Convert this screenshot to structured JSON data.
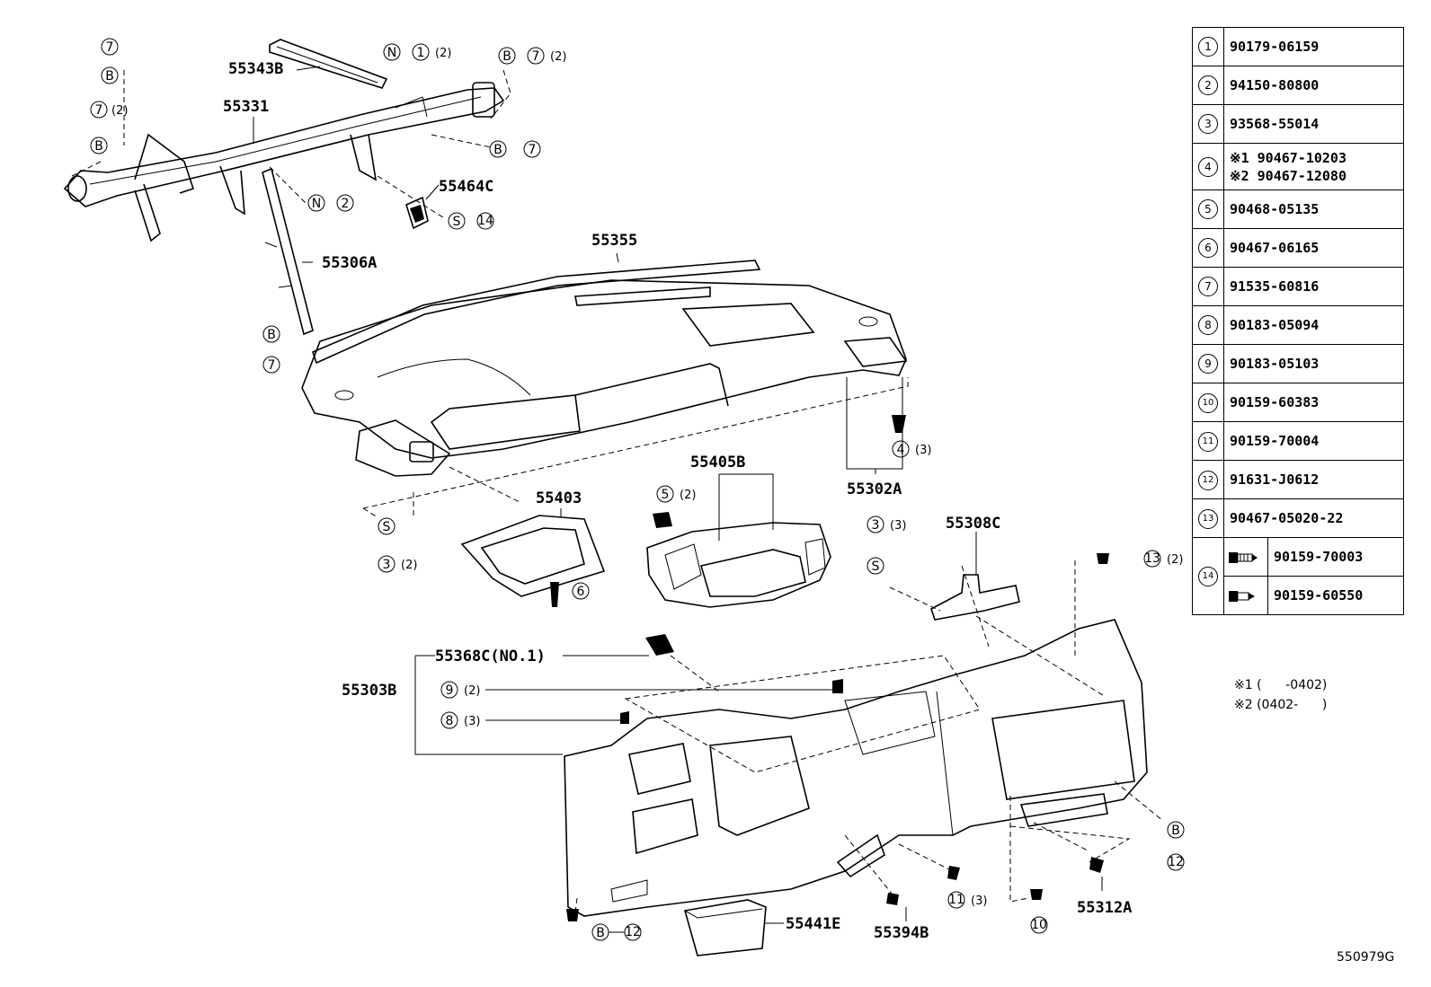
{
  "parts": {
    "p55343B": "55343B",
    "p55331": "55331",
    "p55464C": "55464C",
    "p55306A": "55306A",
    "p55355": "55355",
    "p55405B": "55405B",
    "p55403": "55403",
    "p55302A": "55302A",
    "p55308C": "55308C",
    "p55368C": "55368C(NO.1)",
    "p55303B": "55303B",
    "p55441E": "55441E",
    "p55394B": "55394B",
    "p55312A": "55312A"
  },
  "callouts": {
    "n7": "7",
    "n2": "2",
    "n3": "3",
    "n4": "4",
    "n5": "5",
    "n6": "6",
    "n8": "8",
    "n9": "9",
    "n10": "10",
    "n11": "11",
    "n12": "12",
    "n13": "13",
    "n14": "14",
    "B": "B",
    "N": "N",
    "S": "S",
    "n1": "1",
    "q2": "(2)",
    "q3": "(3)"
  },
  "table": {
    "rows": [
      {
        "idx": "1",
        "part": "90179-06159"
      },
      {
        "idx": "2",
        "part": "94150-80800"
      },
      {
        "idx": "3",
        "part": "93568-55014"
      },
      {
        "idx": "4",
        "part_a": "※1 90467-10203",
        "part_b": "※2 90467-12080"
      },
      {
        "idx": "5",
        "part": "90468-05135"
      },
      {
        "idx": "6",
        "part": "90467-06165"
      },
      {
        "idx": "7",
        "part": "91535-60816"
      },
      {
        "idx": "8",
        "part": "90183-05094"
      },
      {
        "idx": "9",
        "part": "90183-05103"
      },
      {
        "idx": "10",
        "part": "90159-60383"
      },
      {
        "idx": "11",
        "part": "90159-70004"
      },
      {
        "idx": "12",
        "part": "91631-J0612"
      },
      {
        "idx": "13",
        "part": "90467-05020-22"
      },
      {
        "idx": "14",
        "part_a": "90159-70003",
        "part_b": "90159-60550",
        "icon_a": "bolt-long-icon",
        "icon_b": "bolt-short-icon"
      }
    ]
  },
  "notes": {
    "n1": "※1 (      -0402)",
    "n2": "※2 (0402-      )"
  },
  "illustration_id": "550979G"
}
